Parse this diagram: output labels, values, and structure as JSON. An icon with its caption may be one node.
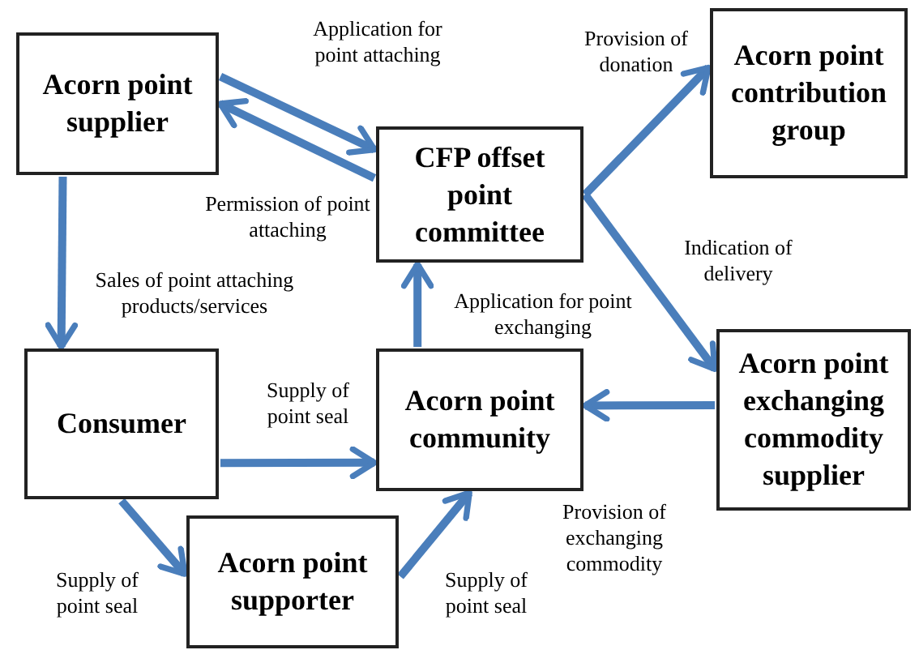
{
  "diagram": {
    "nodes": [
      {
        "text": [
          "Acorn point supplier"
        ]
      },
      {
        "text": [
          "CFP offset point committee"
        ]
      },
      {
        "text": [
          "Acorn point contribution group"
        ]
      },
      {
        "text": [
          "Consumer"
        ]
      },
      {
        "text": [
          "Acorn point community"
        ]
      },
      {
        "text": [
          "Acorn point exchanging commodity supplier"
        ]
      },
      {
        "text": [
          "Acorn point supporter"
        ]
      }
    ],
    "edges": [
      {
        "from": 0,
        "to": 1,
        "arrow": "to",
        "label": "Application for point attaching"
      },
      {
        "from": 1,
        "to": 0,
        "arrow": "to",
        "label": "Permission of point attaching"
      },
      {
        "from": 0,
        "to": 3,
        "arrow": "to",
        "label": "Sales of point attaching products/services"
      },
      {
        "from": 1,
        "to": 2,
        "arrow": "to",
        "label": "Provision of donation"
      },
      {
        "from": 1,
        "to": 5,
        "arrow": "to",
        "label": "Indication of delivery"
      },
      {
        "from": 4,
        "to": 1,
        "arrow": "to",
        "label": "Application for point exchanging"
      },
      {
        "from": 3,
        "to": 4,
        "arrow": "to",
        "label": "Supply of point seal"
      },
      {
        "from": 5,
        "to": 4,
        "arrow": "to",
        "label": "Provision of exchanging commodity"
      },
      {
        "from": 3,
        "to": 6,
        "arrow": "to",
        "label": "Supply of point seal"
      },
      {
        "from": 6,
        "to": 4,
        "arrow": "to",
        "label": "Supply of point seal"
      }
    ]
  }
}
